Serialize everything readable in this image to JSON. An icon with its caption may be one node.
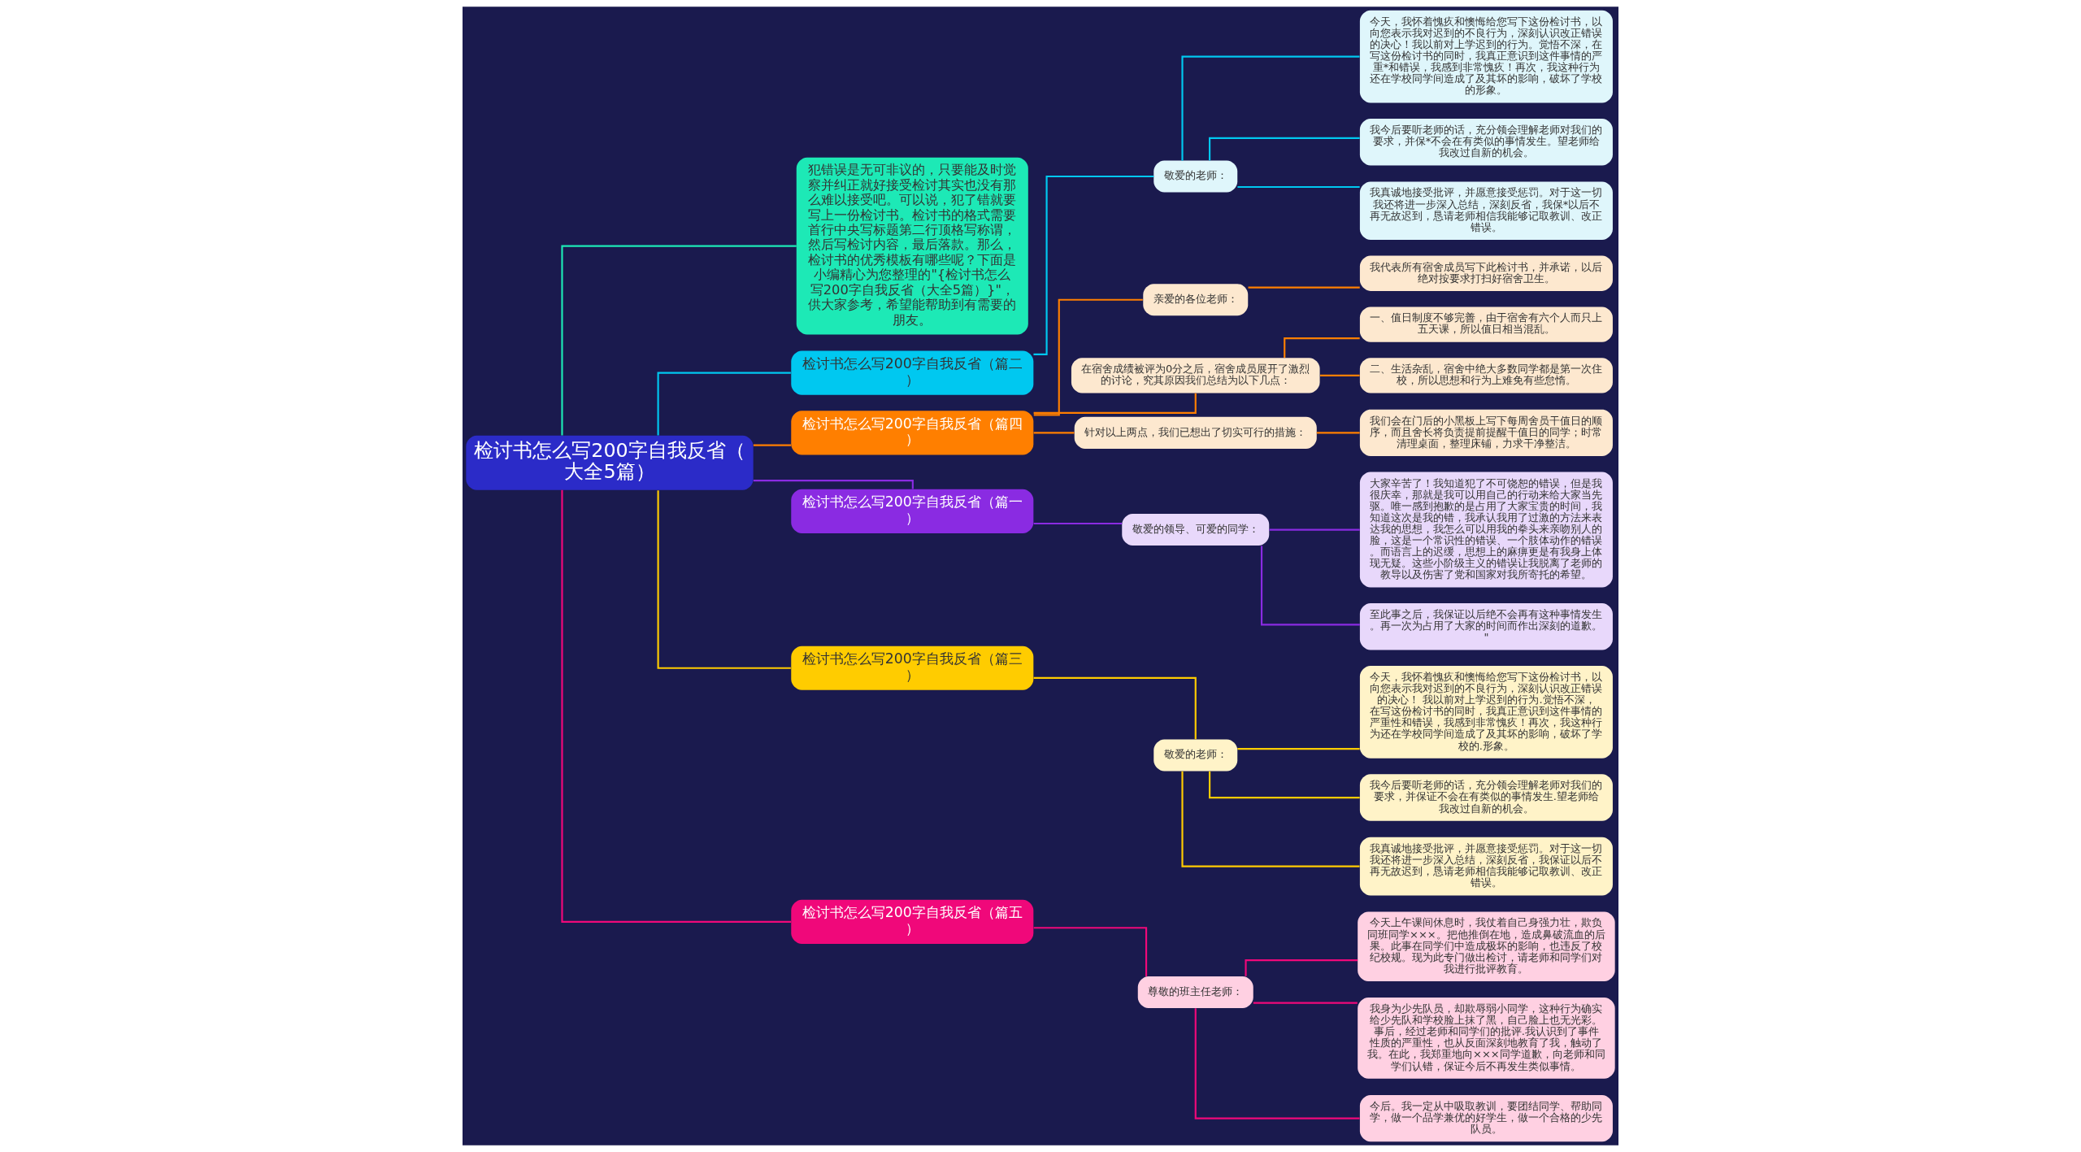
{
  "diagram": {
    "nodes": [
      {
        "text": [
          "检讨书怎么写200字自我反省（大全5篇）"
        ]
      },
      {
        "text": [
          "犯错误是无可非议的，只要能及时觉察并纠正就好接受检讨其实也没有那么难以接受吧。可以说，犯了错就要写上一份检讨书。检讨书的格式需要首行中央写标题第二行顶格写称谓，然后写检讨内容，最后落款。那么，检讨书的优秀模板有哪些呢？下面是小编精心为您整理的\"{检讨书怎么写200字自我反省（大全5篇）}\"，供大家参考，希望能帮助到有需要的朋友。"
        ]
      },
      {
        "text": [
          "检讨书怎么写200字自我反省（篇二）"
        ]
      },
      {
        "text": [
          "敬爱的老师："
        ]
      },
      {
        "text": [
          "今天，我怀着愧疚和懊悔给您写下这份检讨书，以向您表示我对迟到的不良行为，深刻认识改正错误的决心！我以前对上学迟到的行为。觉悟不深，在写这份检讨书的同时，我真正意识到这件事情的严重*和错误，我感到非常愧疚！再次，我这种行为还在学校同学间造成了及其坏的影响，破坏了学校的形象。"
        ]
      },
      {
        "text": [
          "我今后要听老师的话，充分领会理解老师对我们的要求，并保*不会在有类似的事情发生。望老师给我改过自新的机会。"
        ]
      },
      {
        "text": [
          "我真诚地接受批评，并愿意接受惩罚。对于这一切我还将进一步深入总结，深刻反省，我保*以后不再无故迟到，恳请老师相信我能够记取教训、改正错误。"
        ]
      },
      {
        "text": [
          "检讨书怎么写200字自我反省（篇四）"
        ]
      },
      {
        "text": [
          "亲爱的各位老师："
        ]
      },
      {
        "text": [
          "我代表所有宿舍成员写下此检讨书，并承诺，以后绝对按要求打扫好宿舍卫生。"
        ]
      },
      {
        "text": [
          "在宿舍成绩被评为0分之后，宿舍成员展开了激烈的讨论，究其原因我们总结为以下几点："
        ]
      },
      {
        "text": [
          "一、值日制度不够完善，由于宿舍有六个人而只上五天课，所以值日相当混乱。"
        ]
      },
      {
        "text": [
          "二、生活杂乱，宿舍中绝大多数同学都是第一次住校，所以思想和行为上难免有些怠惰。"
        ]
      },
      {
        "text": [
          "针对以上两点，我们已想出了切实可行的措施："
        ]
      },
      {
        "text": [
          "我们会在门后的小黑板上写下每周舍员干值日的顺序，而且舍长将负责提前提醒干值日的同学；时常清理桌面，整理床铺，力求干净整洁。"
        ]
      },
      {
        "text": [
          "检讨书怎么写200字自我反省（篇一）"
        ]
      },
      {
        "text": [
          "敬爱的领导、可爱的同学："
        ]
      },
      {
        "text": [
          "大家辛苦了！我知道犯了不可饶恕的错误，但是我很庆幸，那就是我可以用自己的行动来给大家当先驱。唯一感到抱歉的是占用了大家宝贵的时间，我知道这次是我的错，我承认我用了过激的方法来表达我的思想，我怎么可以用我的拳头来亲吻别人的脸，这是一个常识性的错误、一个肢体动作的错误。而语言上的迟缓，思想上的麻痹更是有我身上体现无疑。这些小阶级主义的错误让我脱离了老师的教导以及伤害了党和国家对我所寄托的希望。"
        ]
      },
      {
        "text": [
          "至此事之后，我保证以后绝不会再有这种事情发生。再一次为占用了大家的时间而作出深刻的道歉。\""
        ]
      },
      {
        "text": [
          "检讨书怎么写200字自我反省（篇三）"
        ]
      },
      {
        "text": [
          "敬爱的老师："
        ]
      },
      {
        "text": [
          "今天，我怀着愧疚和懊悔给您写下这份检讨书，以向您表示我对迟到的不良行为，深刻认识改正错误的决心！ 我以前对上学迟到的行为.觉悟不深，在写这份检讨书的同时，我真正意识到这件事情的严重性和错误，我感到非常愧疚！再次，我这种行为还在学校同学间造成了及其坏的影响，破坏了学校的.形象。"
        ]
      },
      {
        "text": [
          "我今后要听老师的话，充分领会理解老师对我们的要求，并保证不会在有类似的事情发生.望老师给我改过自新的机会。"
        ]
      },
      {
        "text": [
          "我真诚地接受批评，并愿意接受惩罚。对于这一切我还将进一步深入总结，深刻反省，我保证以后不再无故迟到，恳请老师相信我能够记取教训、改正错误。"
        ]
      },
      {
        "text": [
          "检讨书怎么写200字自我反省（篇五）"
        ]
      },
      {
        "text": [
          "尊敬的班主任老师："
        ]
      },
      {
        "text": [
          "今天上午课间休息时，我仗着自己身强力壮，欺负同班同学×××。把他推倒在地，造成鼻破流血的后果。此事在同学们中造成极坏的影响，也违反了校纪校规。现为此专门做出检讨，请老师和同学们对我进行批评教育。"
        ]
      },
      {
        "text": [
          "我身为少先队员，却欺辱弱小同学，这种行为确实给少先队和学校脸上抹了黑，自己脸上也无光彩。事后，经过老师和同学们的批评.我认识到了事件性质的严重性，也从反面深刻地教育了我，触动了我。在此，我郑重地向×××同学道歉，向老师和同学们认错，保证今后不再发生类似事情。"
        ]
      },
      {
        "text": [
          "今后。我一定从中吸取教训，要团结同学、帮助同学，做一个品学兼优的好学生，做一个合格的少先队员。"
        ]
      }
    ],
    "edges": [
      {
        "from": 0,
        "to": 1,
        "arrow": "none",
        "color": "#1de9b6"
      },
      {
        "from": 0,
        "to": 2,
        "arrow": "none",
        "color": "#00c8f0"
      },
      {
        "from": 2,
        "to": 3,
        "arrow": "none",
        "color": "#00c8f0"
      },
      {
        "from": 3,
        "to": 4,
        "arrow": "none",
        "color": "#00c8f0"
      },
      {
        "from": 3,
        "to": 5,
        "arrow": "none",
        "color": "#00c8f0"
      },
      {
        "from": 3,
        "to": 6,
        "arrow": "none",
        "color": "#00c8f0"
      },
      {
        "from": 0,
        "to": 7,
        "arrow": "none",
        "color": "#ff7f00"
      },
      {
        "from": 7,
        "to": 8,
        "arrow": "none",
        "color": "#ff7f00"
      },
      {
        "from": 8,
        "to": 9,
        "arrow": "none",
        "color": "#ff7f00"
      },
      {
        "from": 7,
        "to": 10,
        "arrow": "none",
        "color": "#ff7f00"
      },
      {
        "from": 10,
        "to": 11,
        "arrow": "none",
        "color": "#ff7f00"
      },
      {
        "from": 10,
        "to": 12,
        "arrow": "none",
        "color": "#ff7f00"
      },
      {
        "from": 7,
        "to": 13,
        "arrow": "none",
        "color": "#ff7f00"
      },
      {
        "from": 13,
        "to": 14,
        "arrow": "none",
        "color": "#ff7f00"
      },
      {
        "from": 0,
        "to": 15,
        "arrow": "none",
        "color": "#8a2be2"
      },
      {
        "from": 15,
        "to": 16,
        "arrow": "none",
        "color": "#8a2be2"
      },
      {
        "from": 16,
        "to": 17,
        "arrow": "none",
        "color": "#8a2be2"
      },
      {
        "from": 16,
        "to": 18,
        "arrow": "none",
        "color": "#8a2be2"
      },
      {
        "from": 0,
        "to": 19,
        "arrow": "none",
        "color": "#ffcc00"
      },
      {
        "from": 19,
        "to": 20,
        "arrow": "none",
        "color": "#ffcc00"
      },
      {
        "from": 20,
        "to": 21,
        "arrow": "none",
        "color": "#ffcc00"
      },
      {
        "from": 20,
        "to": 22,
        "arrow": "none",
        "color": "#ffcc00"
      },
      {
        "from": 20,
        "to": 23,
        "arrow": "none",
        "color": "#ffcc00"
      },
      {
        "from": 0,
        "to": 24,
        "arrow": "none",
        "color": "#f0087a"
      },
      {
        "from": 24,
        "to": 25,
        "arrow": "none",
        "color": "#f0087a"
      },
      {
        "from": 25,
        "to": 26,
        "arrow": "none",
        "color": "#f0087a"
      },
      {
        "from": 25,
        "to": 27,
        "arrow": "none",
        "color": "#f0087a"
      },
      {
        "from": 25,
        "to": 28,
        "arrow": "none",
        "color": "#f0087a"
      }
    ]
  }
}
